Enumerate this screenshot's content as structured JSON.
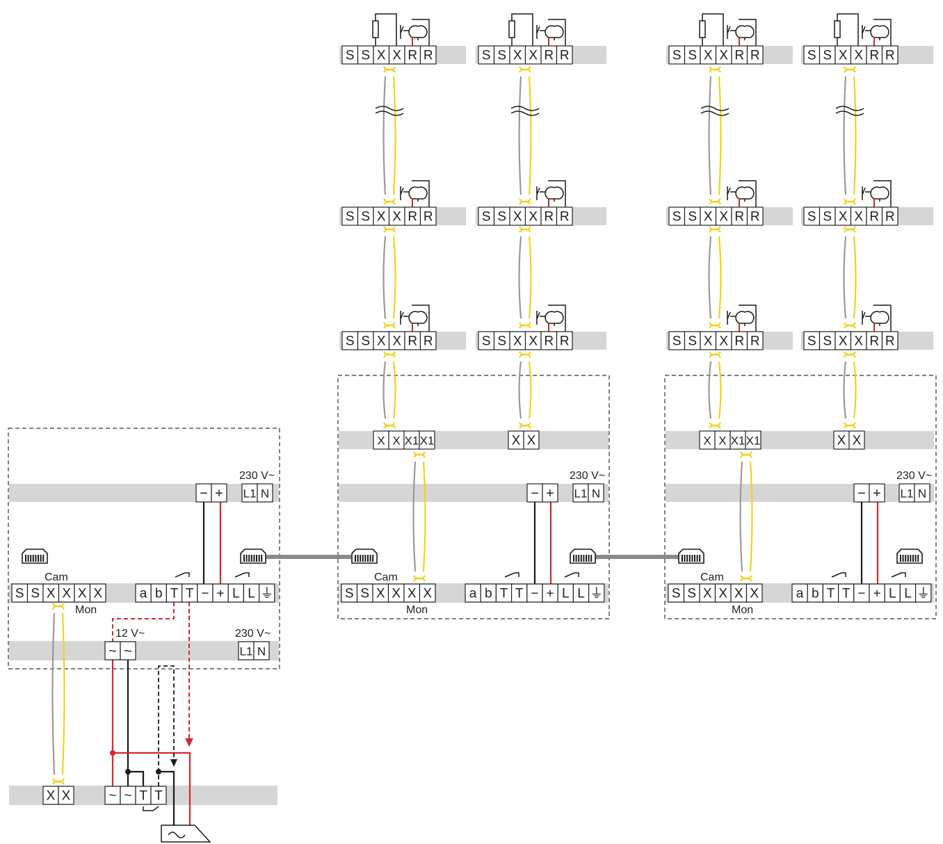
{
  "labels": {
    "cam": "Cam",
    "mon": "Mon",
    "v230": "230 V~",
    "v12": "12 V~"
  },
  "terminals": {
    "station": [
      "S",
      "S",
      "X",
      "X",
      "R",
      "R"
    ],
    "distributor4": [
      "X",
      "X",
      "X1",
      "X1"
    ],
    "distributor2": [
      "X",
      "X"
    ],
    "module": [
      "S",
      "S",
      "X",
      "X",
      "X",
      "X"
    ],
    "logic": [
      "a",
      "b",
      "T",
      "T",
      "−",
      "+",
      "L",
      "L",
      "⏚"
    ],
    "psu": [
      "−",
      "+"
    ],
    "mains": [
      "L1",
      "N"
    ],
    "transformer": [
      "~",
      "~"
    ],
    "bottom_bus": [
      "X",
      "X"
    ],
    "bottom_controller": [
      "~",
      "~",
      "T",
      "T"
    ]
  },
  "colors": {
    "grey_wire": "#9a9a9a",
    "yellow_wire": "#f2d21b",
    "red_wire": "#d8252a",
    "black_wire": "#1a1a1a",
    "bar": "#d6d6d6"
  },
  "icons": [
    "rj45-connector-icon",
    "resistor-icon",
    "bell-icon",
    "pushbutton-icon",
    "relay-contact-icon",
    "ground-icon",
    "door-opener-icon"
  ]
}
